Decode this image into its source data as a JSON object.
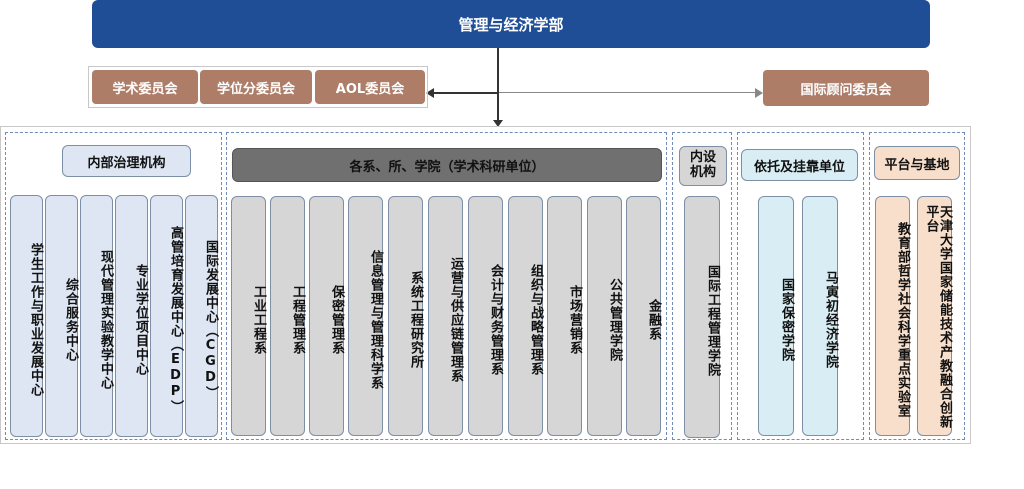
{
  "top": {
    "title": "管理与经济学部"
  },
  "committees": {
    "left": [
      "学术委员会",
      "学位分委员会",
      "AOL委员会"
    ],
    "right": "国际顾问委员会"
  },
  "internal": {
    "header": "内部治理机构",
    "items": [
      "学生工作与职业发展中心",
      "综合服务中心",
      "现代管理实验教学中心",
      "专业学位项目中心",
      "高管培育发展中心（EDP）",
      "国际发展中心（CGD）"
    ]
  },
  "departments": {
    "header": "各系、所、学院（学术科研单位）",
    "items": [
      "工业工程系",
      "工程管理系",
      "保密管理系",
      "信息管理与管理科学系",
      "系统工程研究所",
      "运营与供应链管理系",
      "会计与财务管理系",
      "组织与战略管理系",
      "市场营销系",
      "公共管理学院",
      "金融系"
    ]
  },
  "inner": {
    "header": "内设机构",
    "items": [
      "国际工程管理学院"
    ]
  },
  "affiliated": {
    "header": "依托及挂靠单位",
    "items": [
      "国家保密学院",
      "马寅初经济学院"
    ]
  },
  "platform": {
    "header": "平台与基地",
    "items": [
      "教育部哲学社会科学重点实验室",
      "天津大学国家储能技术产教融合创新平台"
    ]
  },
  "colors": {
    "top": "#1f4e96",
    "committee": "#ad7d68",
    "internal": "#dde6f2",
    "departments": "#d6d6d6",
    "affiliated": "#d9eef4",
    "platform": "#f8dfcb"
  }
}
